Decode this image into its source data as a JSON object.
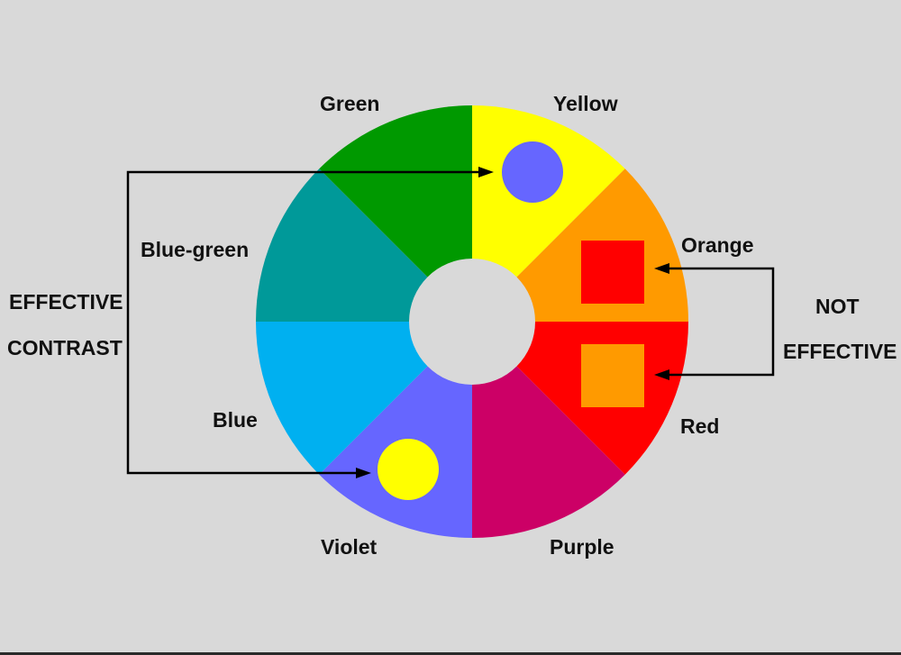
{
  "segments": [
    {
      "name": "Yellow",
      "color": "#FFFF00"
    },
    {
      "name": "Orange",
      "color": "#FF9A00"
    },
    {
      "name": "Red",
      "color": "#FF0000"
    },
    {
      "name": "Purple",
      "color": "#CC0066"
    },
    {
      "name": "Violet",
      "color": "#6666FF"
    },
    {
      "name": "Blue",
      "color": "#00B0F0"
    },
    {
      "name": "Blue-green",
      "color": "#009999"
    },
    {
      "name": "Green",
      "color": "#009900"
    }
  ],
  "labels": {
    "green": "Green",
    "yellow": "Yellow",
    "blue_green": "Blue-green",
    "orange": "Orange",
    "blue": "Blue",
    "red": "Red",
    "violet": "Violet",
    "purple": "Purple"
  },
  "effective": {
    "line1": "EFFECTIVE",
    "line2": "CONTRAST"
  },
  "not_effective": {
    "line1": "NOT",
    "line2": "EFFECTIVE"
  },
  "examples": {
    "yellow_bg_shape": "violet-circle",
    "violet_bg_shape": "yellow-circle",
    "orange_bg_shape": "red-square",
    "red_bg_shape": "orange-square"
  }
}
